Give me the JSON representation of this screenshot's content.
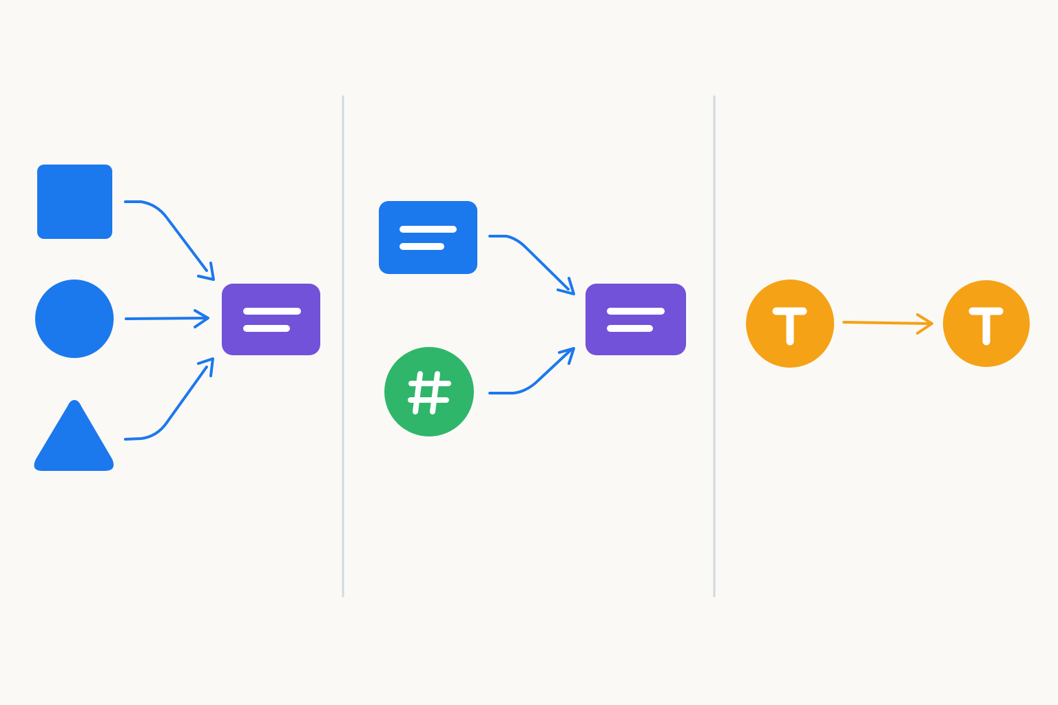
{
  "colors": {
    "background": "#faf9f6",
    "divider": "#d3d8e0",
    "blue": "#1c78ed",
    "purple": "#7152d8",
    "green": "#2fb66a",
    "orange": "#f5a216",
    "glyph": "#ffffff"
  },
  "panels": [
    {
      "id": "panel-1",
      "inputs": [
        {
          "shape": "square",
          "icon": "square-icon",
          "color": "blue"
        },
        {
          "shape": "circle",
          "icon": "circle-icon",
          "color": "blue"
        },
        {
          "shape": "triangle",
          "icon": "triangle-icon",
          "color": "blue"
        }
      ],
      "output": {
        "shape": "text-lines-box",
        "icon": "text-lines-icon",
        "color": "purple"
      }
    },
    {
      "id": "panel-2",
      "inputs": [
        {
          "shape": "text-lines-box",
          "icon": "text-lines-icon",
          "color": "blue"
        },
        {
          "shape": "circle",
          "icon": "hash-icon",
          "label": "#",
          "color": "green"
        }
      ],
      "output": {
        "shape": "text-lines-box",
        "icon": "text-lines-icon",
        "color": "purple"
      }
    },
    {
      "id": "panel-3",
      "inputs": [
        {
          "shape": "circle",
          "icon": "letter-t-icon",
          "label": "T",
          "color": "orange"
        }
      ],
      "output": {
        "shape": "circle",
        "icon": "letter-t-icon",
        "label": "T",
        "color": "orange"
      }
    }
  ]
}
